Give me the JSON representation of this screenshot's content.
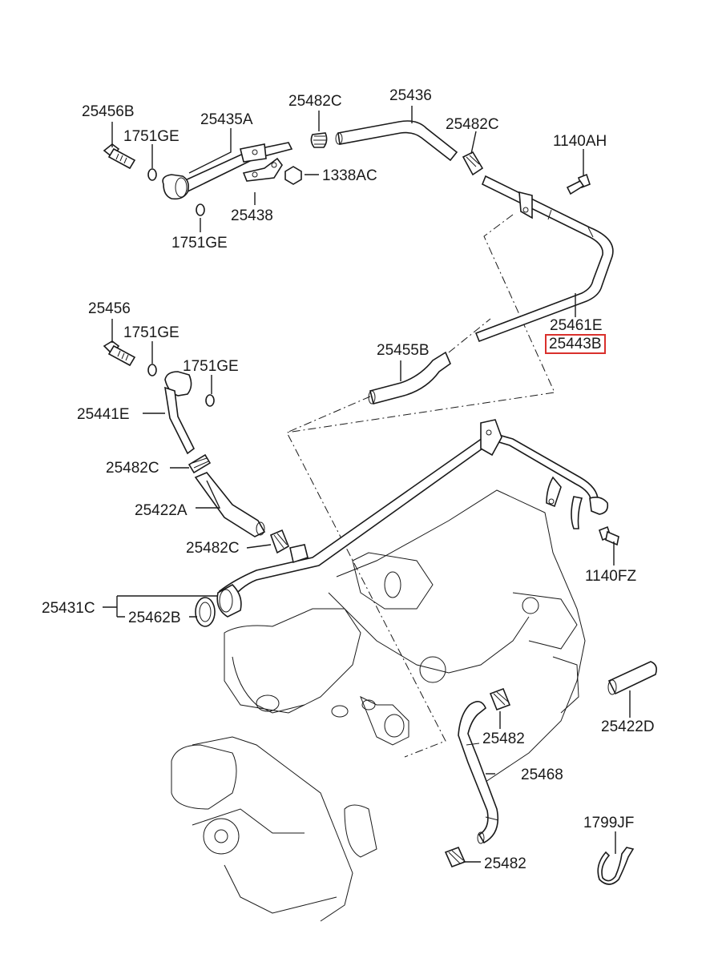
{
  "diagram": {
    "highlight_color": "#d9302c",
    "labels": [
      {
        "id": "l1",
        "text": "25456B"
      },
      {
        "id": "l2",
        "text": "1751GE"
      },
      {
        "id": "l3",
        "text": "25435A"
      },
      {
        "id": "l4",
        "text": "25482C"
      },
      {
        "id": "l5",
        "text": "25436"
      },
      {
        "id": "l6",
        "text": "25482C"
      },
      {
        "id": "l7",
        "text": "1140AH"
      },
      {
        "id": "l8",
        "text": "1338AC"
      },
      {
        "id": "l9",
        "text": "25438"
      },
      {
        "id": "l10",
        "text": "1751GE"
      },
      {
        "id": "l11",
        "text": "25456"
      },
      {
        "id": "l12",
        "text": "1751GE"
      },
      {
        "id": "l13",
        "text": "1751GE"
      },
      {
        "id": "l14",
        "text": "25461E"
      },
      {
        "id": "l15",
        "text": "25443B"
      },
      {
        "id": "l16",
        "text": "25455B"
      },
      {
        "id": "l17",
        "text": "25441E"
      },
      {
        "id": "l18",
        "text": "25482C"
      },
      {
        "id": "l19",
        "text": "25422A"
      },
      {
        "id": "l20",
        "text": "25482C"
      },
      {
        "id": "l21",
        "text": "1140FZ"
      },
      {
        "id": "l22",
        "text": "25431C"
      },
      {
        "id": "l23",
        "text": "25462B"
      },
      {
        "id": "l24",
        "text": "25422D"
      },
      {
        "id": "l25",
        "text": "25482"
      },
      {
        "id": "l26",
        "text": "25468"
      },
      {
        "id": "l27",
        "text": "1799JF"
      },
      {
        "id": "l28",
        "text": "25482"
      }
    ]
  }
}
